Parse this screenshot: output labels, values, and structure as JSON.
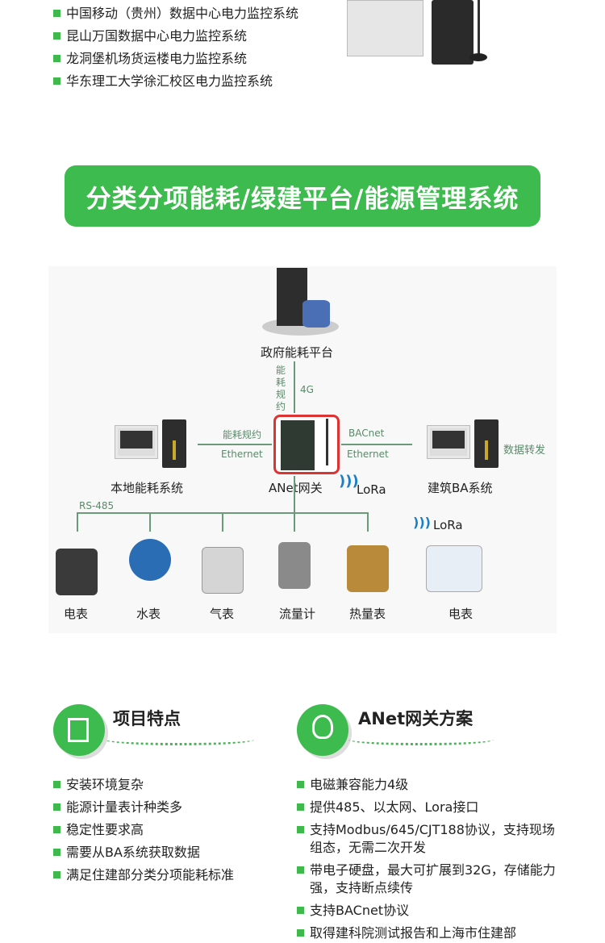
{
  "top_cases": [
    "中国移动（贵州）数据中心电力监控系统",
    "昆山万国数据中心电力监控系统",
    "龙洞堡机场货运楼电力监控系统",
    "华东理工大学徐汇校区电力监控系统"
  ],
  "banner": "分类分项能耗/绿建平台/能源管理系统",
  "diagram": {
    "gov_platform": "政府能耗平台",
    "up_protocol": "能耗规约",
    "up_link": "4G",
    "left_protocol": "能耗规约",
    "left_link": "Ethernet",
    "right_protocol": "BACnet",
    "right_link": "Ethernet",
    "local_system": "本地能耗系统",
    "gateway": "ANet网关",
    "ba_system": "建筑BA系统",
    "forward": "数据转发",
    "lora1": "LoRa",
    "lora2": "LoRa",
    "bus": "RS-485",
    "devices": [
      "电表",
      "水表",
      "气表",
      "流量计",
      "热量表",
      "电表"
    ]
  },
  "features": {
    "title": "项目特点",
    "items": [
      "安装环境复杂",
      "能源计量表计种类多",
      "稳定性要求高",
      "需要从BA系统获取数据",
      "满足住建部分类分项能耗标准"
    ]
  },
  "solution": {
    "title": "ANet网关方案",
    "items": [
      "电磁兼容能力4级",
      "提供485、以太网、Lora接口",
      "支持Modbus/645/CJT188协议，支持现场组态，无需二次开发",
      "带电子硬盘，最大可扩展到32G，存储能力强，支持断点续传",
      "支持BACnet协议",
      "取得建科院测试报告和上海市住建部"
    ]
  },
  "colors": {
    "accent": "#3dbb4e"
  }
}
